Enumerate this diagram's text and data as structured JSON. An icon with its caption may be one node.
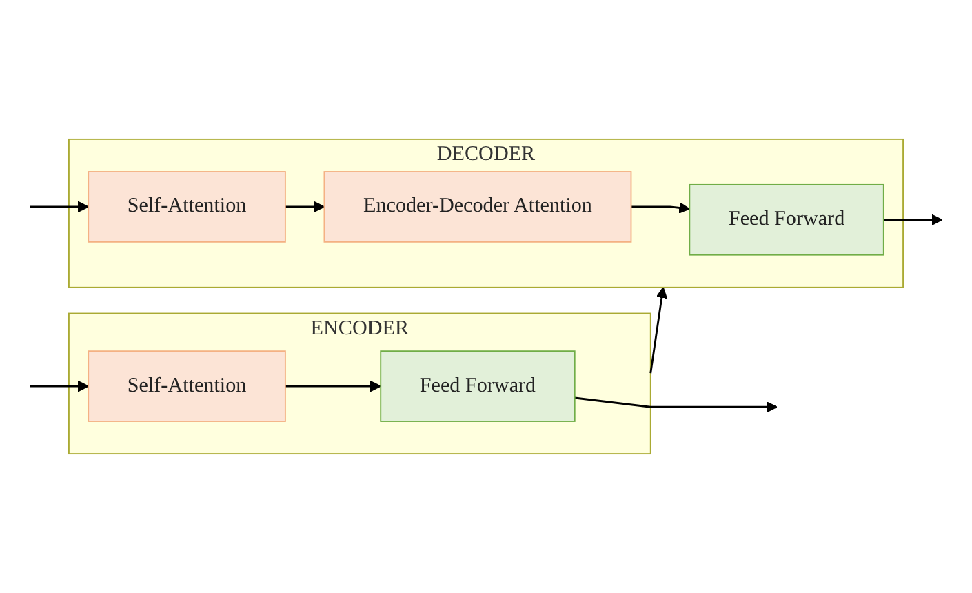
{
  "diagram": {
    "nodes": [
      {
        "text": [
          "ENCODER"
        ]
      },
      {
        "text": [
          "Feed Forward"
        ],
        "in": 0
      },
      {
        "text": [
          "Self-Attention"
        ],
        "in": 0
      },
      {
        "text": [
          "DECODER"
        ]
      },
      {
        "text": [
          "Feed Forward"
        ],
        "in": 3
      },
      {
        "text": [
          "Encoder-Decoder Attention"
        ],
        "in": 3
      },
      {
        "text": [
          "Self-Attention"
        ],
        "in": 3
      }
    ],
    "edges": [
      {
        "from": null,
        "to": 2,
        "arrow": "to"
      },
      {
        "from": 2,
        "to": 1,
        "arrow": "to"
      },
      {
        "from": 1,
        "to": null,
        "arrow": "to"
      },
      {
        "from": 0,
        "to": 3,
        "arrow": "to"
      },
      {
        "from": null,
        "to": 6,
        "arrow": "to"
      },
      {
        "from": 6,
        "to": 5,
        "arrow": "to"
      },
      {
        "from": 5,
        "to": 4,
        "arrow": "to"
      },
      {
        "from": 4,
        "to": null,
        "arrow": "to"
      }
    ]
  }
}
